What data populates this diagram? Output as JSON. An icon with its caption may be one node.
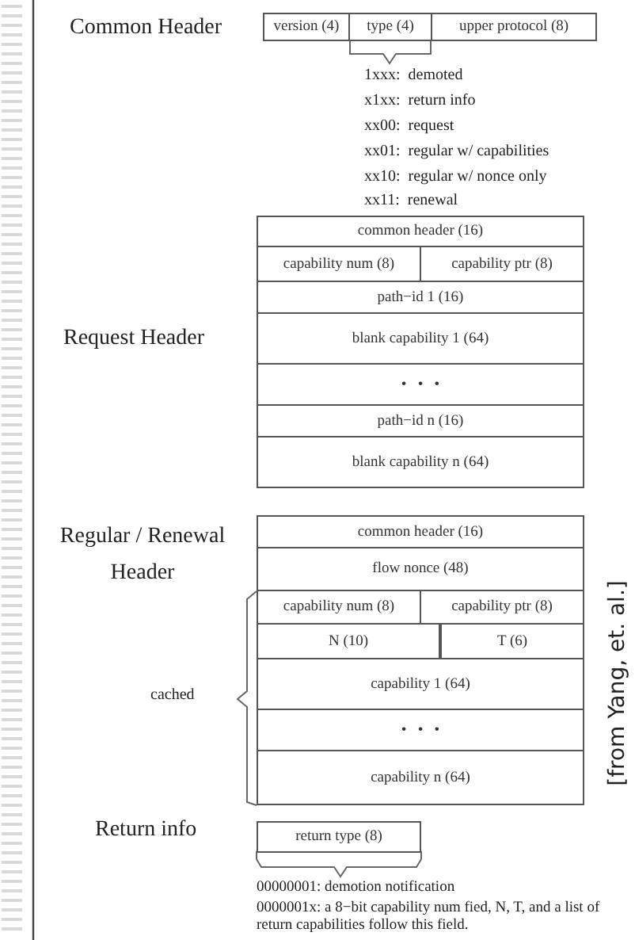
{
  "diagram": {
    "nodes": [
      {
        "text": [
          "version (4)"
        ]
      },
      {
        "text": [
          "type (4)"
        ]
      },
      {
        "text": [
          "upper protocol (8)"
        ]
      },
      {
        "text": [
          "common header (16)"
        ]
      },
      {
        "text": [
          "capability num (8)"
        ]
      },
      {
        "text": [
          "capability ptr (8)"
        ]
      },
      {
        "text": [
          "path−id 1 (16)"
        ]
      },
      {
        "text": [
          "blank capability 1 (64)"
        ]
      },
      {
        "text": [
          "•   •   •"
        ]
      },
      {
        "text": [
          "path−id n (16)"
        ]
      },
      {
        "text": [
          "blank capability n (64)"
        ]
      },
      {
        "text": [
          "common header (16)"
        ]
      },
      {
        "text": [
          "flow nonce (48)"
        ]
      },
      {
        "text": [
          "capability num (8)"
        ]
      },
      {
        "text": [
          "capability ptr (8)"
        ]
      },
      {
        "text": [
          "N (10)"
        ]
      },
      {
        "text": [
          "T (6)"
        ]
      },
      {
        "text": [
          "capability 1 (64)"
        ]
      },
      {
        "text": [
          "•   •   •"
        ]
      },
      {
        "text": [
          "capability n (64)"
        ]
      },
      {
        "text": [
          "return type (8)"
        ]
      }
    ],
    "labels": [
      "Common Header",
      "1xxx:  demoted",
      "x1xx:  return info",
      "xx00:  request",
      "xx01:  regular w/ capabilities",
      "xx10:  regular w/ nonce only",
      "xx11:  renewal",
      "Request Header",
      "Regular / Renewal Header",
      "cached",
      "Return info",
      "00000001: demotion notification",
      "0000001x: a 8−bit capability num fied, N, T, and a list of return capabilities follow this field.",
      "[from Yang, et. al.]"
    ]
  }
}
